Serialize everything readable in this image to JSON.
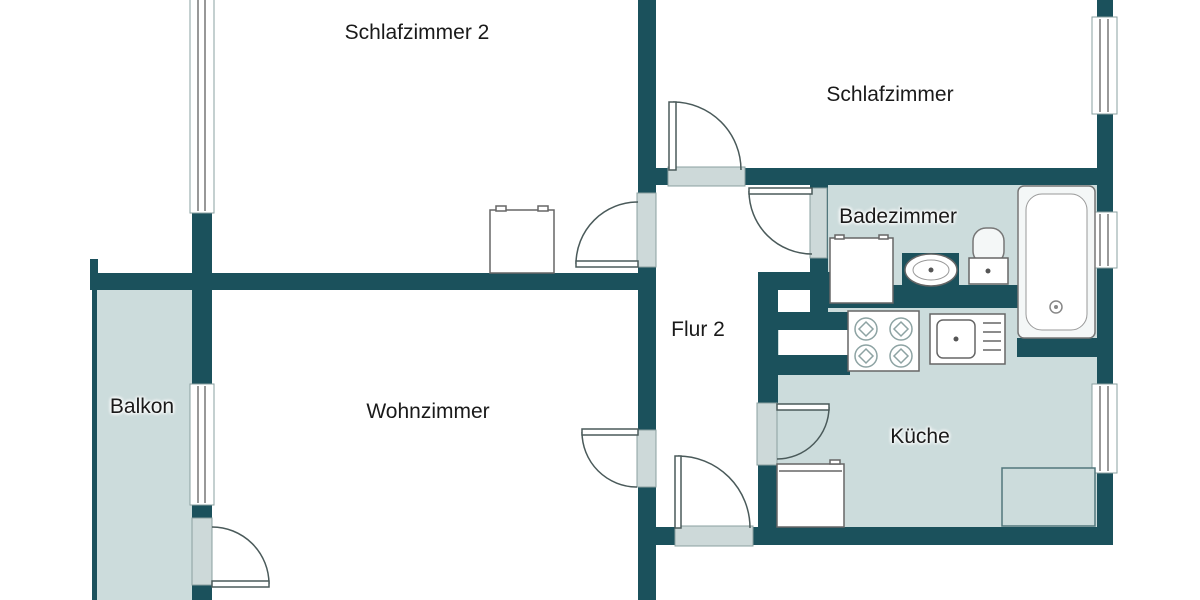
{
  "plan": {
    "rooms": [
      {
        "name": "schlafzimmer-2",
        "label": "Schlafzimmer 2"
      },
      {
        "name": "schlafzimmer",
        "label": "Schlafzimmer"
      },
      {
        "name": "badezimmer",
        "label": "Badezimmer"
      },
      {
        "name": "flur-2",
        "label": "Flur 2"
      },
      {
        "name": "wohnzimmer",
        "label": "Wohnzimmer"
      },
      {
        "name": "balkon",
        "label": "Balkon"
      },
      {
        "name": "kueche",
        "label": "Küche"
      }
    ],
    "fixtures": [
      "bathtub",
      "toilet",
      "bathroom-sink",
      "washing-machine",
      "stove",
      "kitchen-sink",
      "refrigerator",
      "kitchen-counter",
      "cabinet"
    ],
    "doors": [
      "schlafzimmer-door",
      "schlafzimmer-2-door",
      "badezimmer-door",
      "kueche-door",
      "wohnzimmer-door",
      "entrance-door",
      "balkon-door"
    ],
    "windows": [
      "schlafzimmer-2-west-window",
      "wohnzimmer-west-window",
      "schlafzimmer-east-window",
      "badezimmer-east-window",
      "kueche-east-window"
    ],
    "colors": {
      "wall": "#1b515c",
      "floor": "#ccdcdc",
      "sill": "#cdd9d9",
      "outline": "#4a5a5a",
      "text": "#1a1a1a",
      "bg": "#ffffff"
    }
  }
}
